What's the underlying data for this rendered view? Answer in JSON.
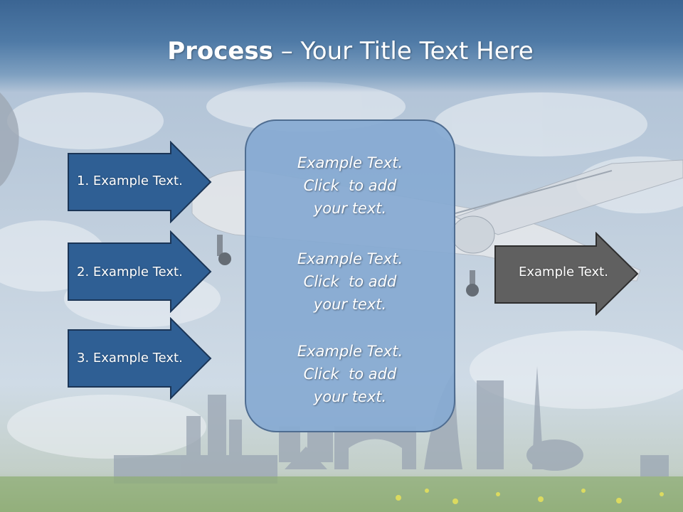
{
  "slide": {
    "title_bold": "Process",
    "title_rest": " – Your Title Text Here"
  },
  "steps": [
    {
      "label": "1. Example Text."
    },
    {
      "label": "2. Example Text."
    },
    {
      "label": "3. Example Text."
    }
  ],
  "center_items": [
    {
      "line1": "Example Text.",
      "line2": "Click  to add",
      "line3": "your text."
    },
    {
      "line1": "Example Text.",
      "line2": "Click  to add",
      "line3": "your text."
    },
    {
      "line1": "Example Text.",
      "line2": "Click  to add",
      "line3": "your text."
    }
  ],
  "output": {
    "label": "Example Text."
  },
  "colors": {
    "step_arrow_fill": "#2f5f94",
    "output_arrow_fill": "#606060",
    "center_box_fill": "#86aad2",
    "title_bar": "#3b6593"
  }
}
